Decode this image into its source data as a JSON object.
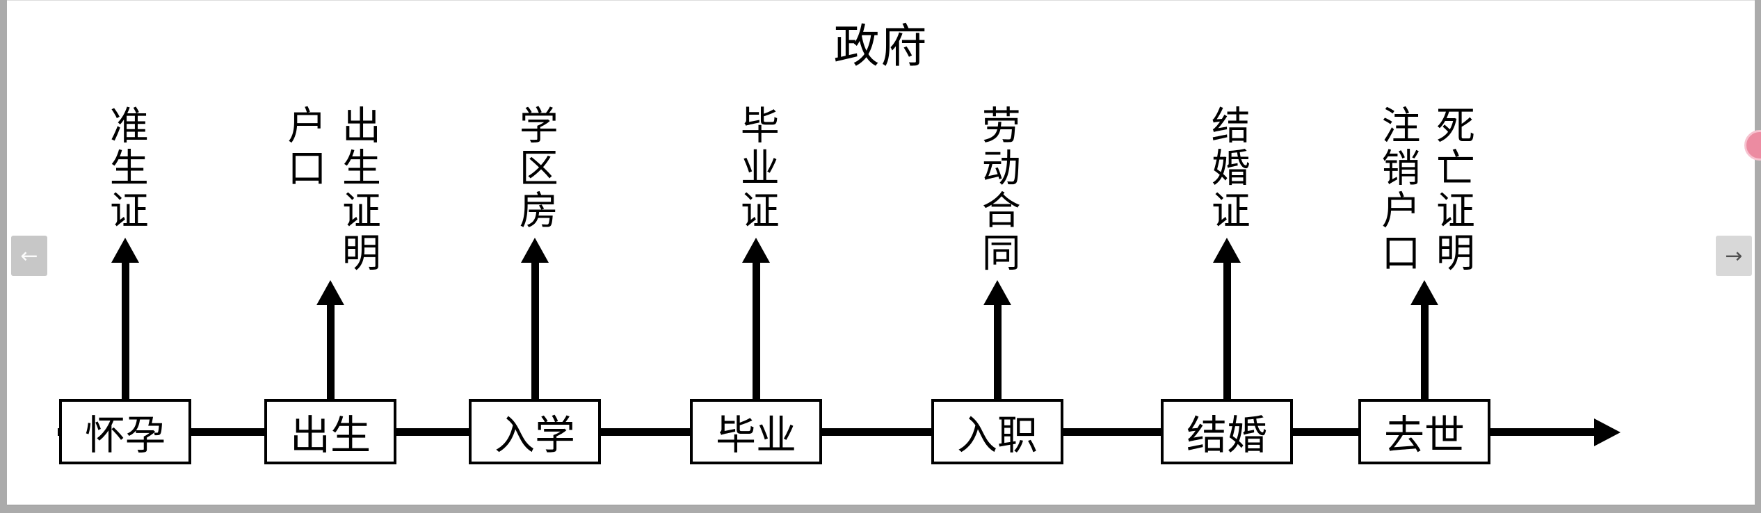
{
  "slide": {
    "title": "政府",
    "stations": [
      {
        "event": "怀孕",
        "label": "准生证"
      },
      {
        "event": "出生",
        "label": "出生证明\n户口"
      },
      {
        "event": "入学",
        "label": "学区房"
      },
      {
        "event": "毕业",
        "label": "毕业证"
      },
      {
        "event": "入职",
        "label": "劳动合同"
      },
      {
        "event": "结婚",
        "label": "结婚证"
      },
      {
        "event": "去世",
        "label": "死亡证明\n注销户口"
      }
    ]
  },
  "nav": {
    "prev_glyph": "←",
    "next_glyph": "→"
  },
  "colors": {
    "diagram": "#000000",
    "slide_background": "#ffffff",
    "app_background": "#ababab",
    "pink_dot": "#ec8ba1",
    "prev_button_bg": "#c7c7c7",
    "next_button_bg": "#d8d8d8"
  }
}
